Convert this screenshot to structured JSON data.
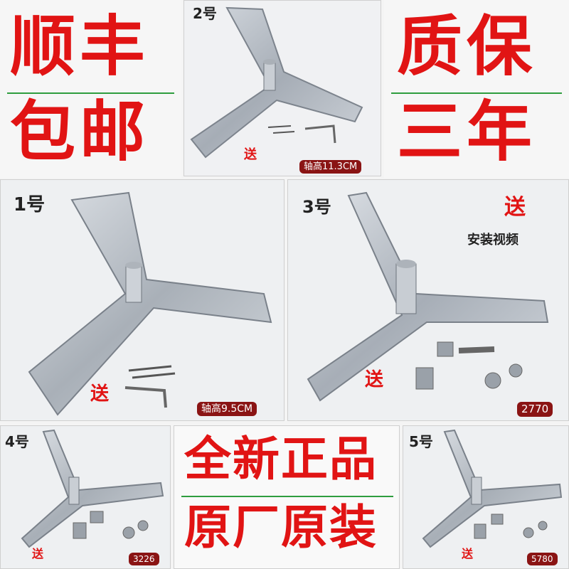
{
  "banner": {
    "left_line1": "顺丰",
    "left_line2": "包邮",
    "right_line1": "质保",
    "right_line2": "三年",
    "center_line1": "全新正品",
    "center_line2": "原厂原装"
  },
  "products": [
    {
      "label": "1号",
      "gift": "送",
      "tag": "轴高9.5CM"
    },
    {
      "label": "2号",
      "gift": "送",
      "tag": "轴高11.3CM"
    },
    {
      "label": "3号",
      "gift": "送",
      "tag": "2770",
      "extra_gift": "送",
      "extra_note": "安装视频"
    },
    {
      "label": "4号",
      "gift": "送",
      "tag": "3226"
    },
    {
      "label": "5号",
      "gift": "送",
      "tag": "5780"
    }
  ],
  "colors": {
    "accent_red": "#e11414",
    "tag_bg": "#8a1414",
    "divider_green": "#2e9d3e",
    "metal": "#b9c0c8"
  }
}
